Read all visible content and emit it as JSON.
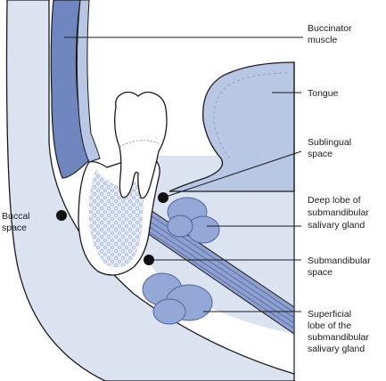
{
  "diagram": {
    "labels": {
      "buccinator_line1": "Buccinator",
      "buccinator_line2": "muscle",
      "tongue": "Tongue",
      "sublingual_line1": "Sublingual",
      "sublingual_line2": "space",
      "deep_line1": "Deep lobe of",
      "deep_line2": "submandibular",
      "deep_line3": "salivary gland",
      "buccal_line1": "Buccal",
      "buccal_line2": "space",
      "submandibular_line1": "Submandibular",
      "submandibular_line2": "space",
      "superficial_line1": "Superficial",
      "superficial_line2": "lobe of the",
      "superficial_line3": "submandibular",
      "superficial_line4": "salivary gland"
    },
    "colors": {
      "light_tissue": "#dbe3f1",
      "mid_tissue": "#b8c7e4",
      "muscle": "#6f86bf",
      "gland": "#93a8d6",
      "tooth": "#ffffff",
      "bone_spongy": "#d4dcec",
      "outline": "#1a1a1a"
    }
  }
}
